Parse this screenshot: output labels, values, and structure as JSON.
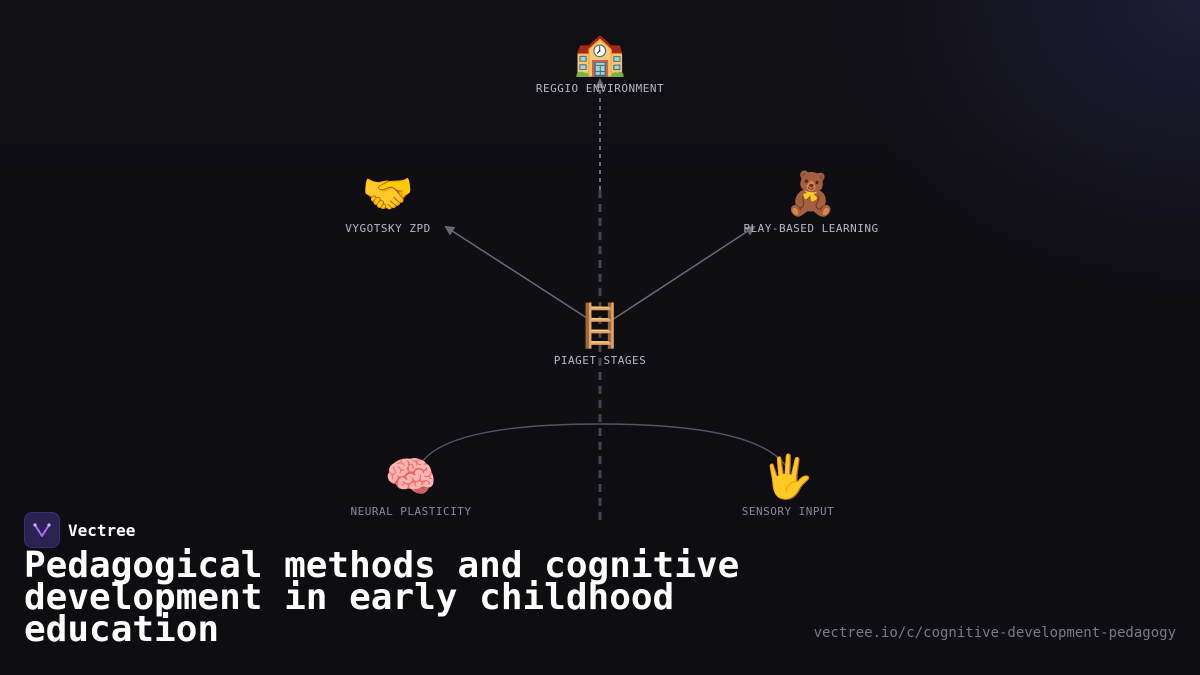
{
  "diagram": {
    "nodes": {
      "reggio": {
        "emoji": "🏫",
        "label": "REGGIO ENVIRONMENT"
      },
      "vygotsky": {
        "emoji": "🤝",
        "label": "VYGOTSKY ZPD"
      },
      "play": {
        "emoji": "🧸",
        "label": "PLAY-BASED LEARNING"
      },
      "piaget": {
        "emoji": "🪜",
        "label": "PIAGET STAGES"
      },
      "neural": {
        "emoji": "🧠",
        "label": "NEURAL PLASTICITY"
      },
      "sensory": {
        "emoji": "🖐",
        "label": "SENSORY INPUT"
      }
    },
    "edges": [
      {
        "from": "piaget",
        "to": "reggio",
        "style": "dashed-arrow"
      },
      {
        "from": "piaget",
        "to": "vygotsky",
        "style": "arrow"
      },
      {
        "from": "piaget",
        "to": "play",
        "style": "arrow"
      },
      {
        "from": "neural",
        "to": "sensory",
        "style": "arc"
      }
    ]
  },
  "brand": {
    "name": "Vectree"
  },
  "title": "Pedagogical methods and cognitive development in early childhood education",
  "url": "vectree.io/c/cognitive-development-pedagogy",
  "colors": {
    "background": "#100f14",
    "edge": "#6a6a70",
    "brand_logo": "#2a2250",
    "brand_accent": "#b06bff"
  }
}
